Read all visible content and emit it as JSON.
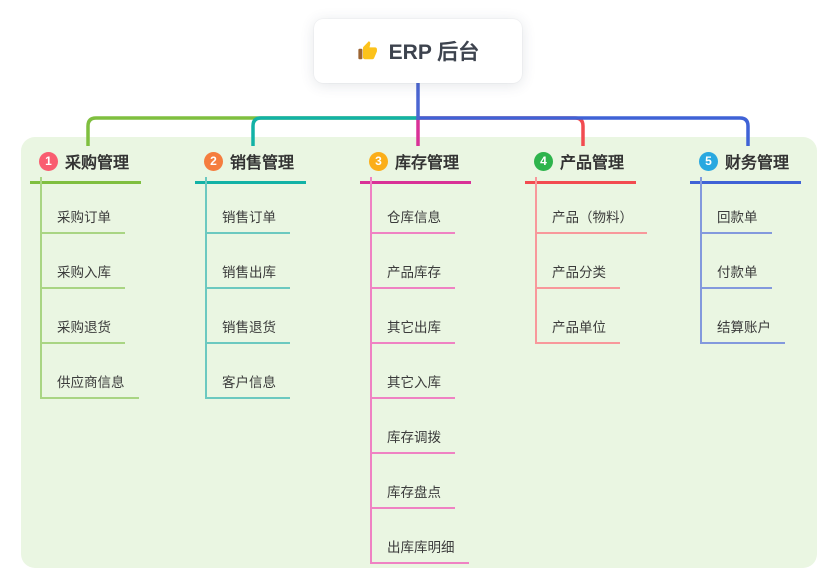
{
  "root": {
    "title": "ERP 后台",
    "icon": "thumbs-up-icon"
  },
  "panel": {
    "bg": "#eaf6e2"
  },
  "connector": {
    "root_stub_color": "#4b66d2"
  },
  "branches": [
    {
      "index": "1",
      "title": "采购管理",
      "badge_color": "#f95d70",
      "line_color": "#7fbf3f",
      "child_line_color": "#a9d583",
      "children": [
        "采购订单",
        "采购入库",
        "采购退货",
        "供应商信息"
      ]
    },
    {
      "index": "2",
      "title": "销售管理",
      "badge_color": "#f57d3e",
      "line_color": "#12b2a6",
      "child_line_color": "#6cc9c0",
      "children": [
        "销售订单",
        "销售出库",
        "销售退货",
        "客户信息"
      ]
    },
    {
      "index": "3",
      "title": "库存管理",
      "badge_color": "#fbae19",
      "line_color": "#d93197",
      "child_line_color": "#ef82c3",
      "children": [
        "仓库信息",
        "产品库存",
        "其它出库",
        "其它入库",
        "库存调拨",
        "库存盘点",
        "出库库明细"
      ]
    },
    {
      "index": "4",
      "title": "产品管理",
      "badge_color": "#2eb44c",
      "line_color": "#f24b50",
      "child_line_color": "#f8989b",
      "children": [
        "产品（物料）",
        "产品分类",
        "产品单位"
      ]
    },
    {
      "index": "5",
      "title": "财务管理",
      "badge_color": "#29a8e0",
      "line_color": "#3f62d6",
      "child_line_color": "#8399dd",
      "children": [
        "回款单",
        "付款单",
        "结算账户"
      ]
    }
  ]
}
